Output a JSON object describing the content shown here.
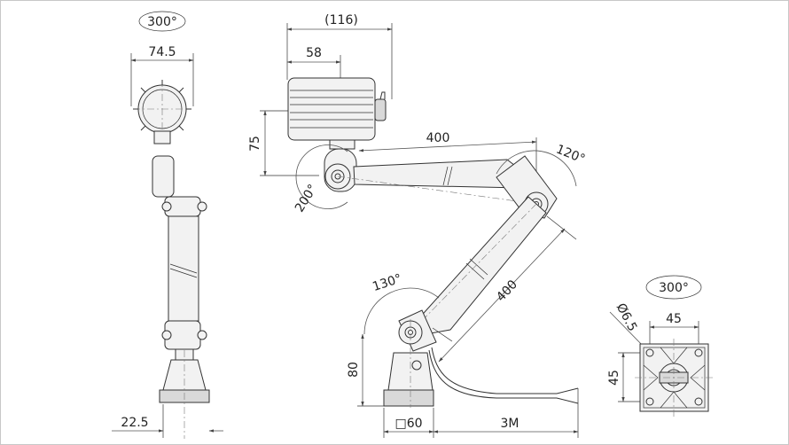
{
  "dimensions": {
    "front_rotation": "300°",
    "front_head_width": "74.5",
    "front_base_offset": "22.5",
    "side_overall_length": "(116)",
    "side_head_length": "58",
    "side_head_height": "75",
    "side_joint_rotation": "200°",
    "upper_arm_length": "400",
    "elbow_rotation": "120°",
    "lower_arm_length": "400",
    "base_joint_rotation": "130°",
    "base_height": "80",
    "base_square": "□60",
    "cable_length": "3M",
    "mount_rotation": "300°",
    "mount_hole_dia": "Ø6.5",
    "mount_hole_pitch_x": "45",
    "mount_hole_pitch_y": "45"
  }
}
